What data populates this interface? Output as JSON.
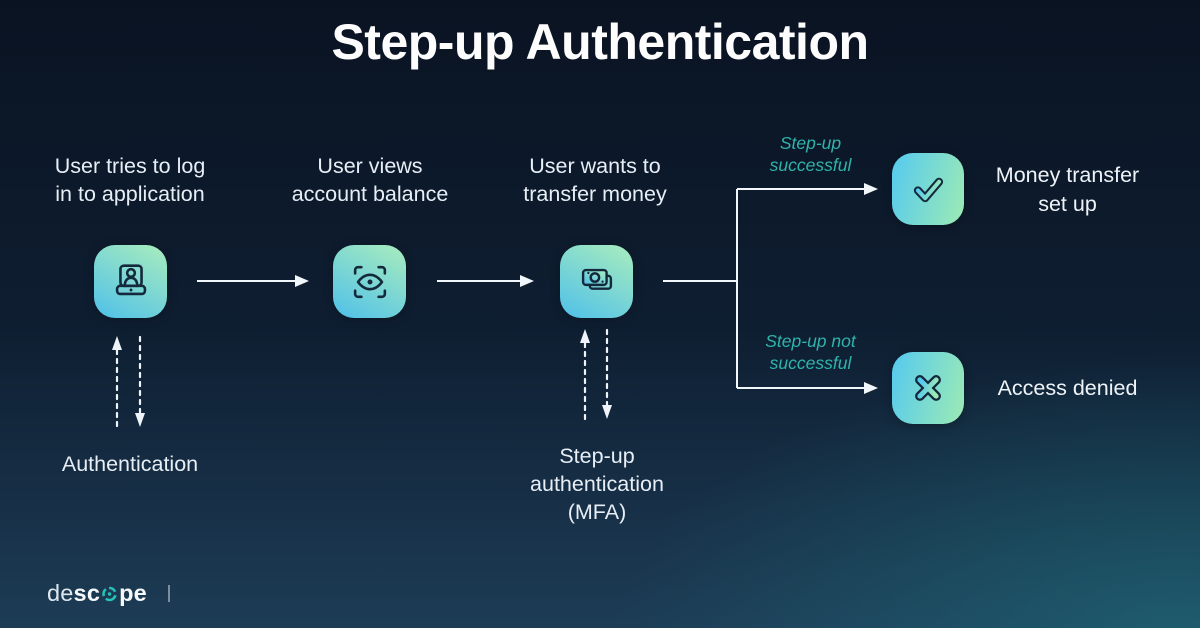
{
  "title": "Step-up Authentication",
  "steps": [
    {
      "label": "User tries to log\nin to application",
      "icon": "user-login-laptop-icon"
    },
    {
      "label": "User views\naccount balance",
      "icon": "eye-scan-icon"
    },
    {
      "label": "User wants to\ntransfer money",
      "icon": "money-notes-icon"
    }
  ],
  "branches": {
    "success": {
      "condition": "Step-up\nsuccessful",
      "icon": "check-icon",
      "outcome": "Money transfer\nset up"
    },
    "failure": {
      "condition": "Step-up not\nsuccessful",
      "icon": "cross-icon",
      "outcome": "Access denied"
    }
  },
  "annotations": {
    "authentication": "Authentication",
    "step_up_mfa": "Step-up\nauthentication\n(MFA)"
  },
  "logo": {
    "part_light": "de",
    "part_bold_1": "sc",
    "part_bold_2": "pe",
    "separator_glyph": "|"
  },
  "colors": {
    "background_top": "#0a1322",
    "background_bottom_left": "#1d3c56",
    "background_bottom_right_teal": "#1a505e",
    "tile_green": "#a9edbd",
    "tile_blue": "#4fc0e9",
    "result_tile_cyan": "#55c9ef",
    "result_tile_green": "#9debb4",
    "glyph_dark": "#15293c",
    "teal_text": "#2fb3ab",
    "text_light": "#e7eef6",
    "arrow_white": "#f2f7fb"
  }
}
